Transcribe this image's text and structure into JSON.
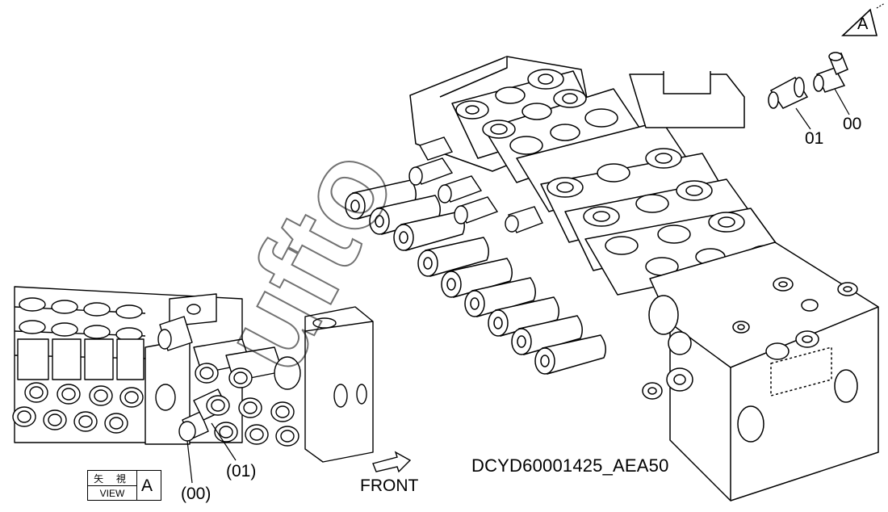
{
  "callouts": {
    "part_00": "00",
    "part_01": "01",
    "view_part_00": "(00)",
    "view_part_01": "(01)"
  },
  "view_marker": {
    "letter": "A",
    "label_jp": "矢 視",
    "label_en": "VIEW",
    "letter_value": "A"
  },
  "direction": {
    "label": "FRONT"
  },
  "drawing_code": "DCYD60001425_AEA50",
  "watermark": "ufto"
}
